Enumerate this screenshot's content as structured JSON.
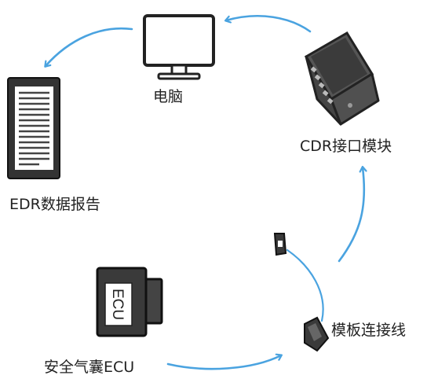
{
  "diagram": {
    "arrow_color": "#4aa3e0",
    "nodes": {
      "computer": {
        "label": "电脑",
        "icon": "monitor-icon"
      },
      "cdr_module": {
        "label": "CDR接口模块",
        "icon": "cdr-module-icon"
      },
      "edr_report": {
        "label": "EDR数据报告",
        "icon": "report-document-icon"
      },
      "airbag_ecu": {
        "label": "安全气囊ECU",
        "icon": "ecu-icon",
        "icon_text": "ECU"
      },
      "harness": {
        "label": "模板连接线",
        "icon": "cable-connector-icon"
      }
    }
  }
}
